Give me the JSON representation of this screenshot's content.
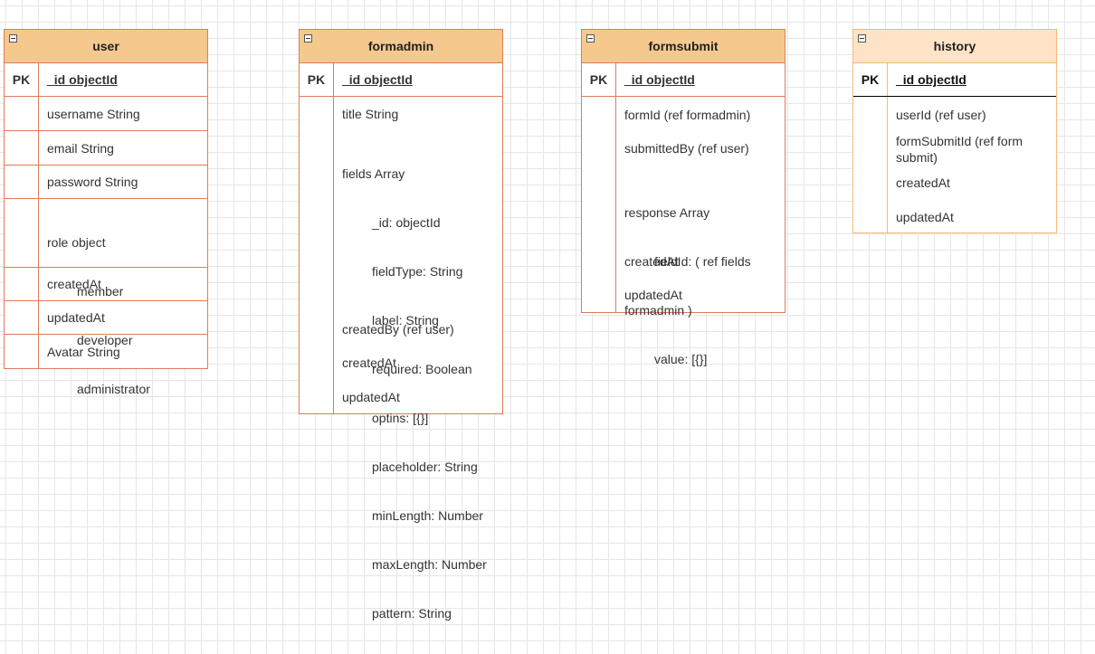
{
  "diagram": {
    "entities": [
      {
        "name": "user",
        "pk_label": "PK",
        "pk_field": "_id objectId",
        "fields": [
          "username String",
          "email String",
          "password String",
          "role object",
          "member",
          "developer",
          "administrator",
          "createdAt",
          "updatedAt",
          "Avatar String"
        ]
      },
      {
        "name": "formadmin",
        "pk_label": "PK",
        "pk_field": "_id objectId",
        "fields": [
          "title String",
          "fields Array",
          "_id: objectId",
          "fieldType: String",
          "label: String",
          "required: Boolean",
          "optins: [{}]",
          "placeholder: String",
          "minLength: Number",
          "maxLength: Number",
          "pattern: String",
          "createdBy (ref user)",
          "createdAt",
          "updatedAt"
        ]
      },
      {
        "name": "formsubmit",
        "pk_label": "PK",
        "pk_field": "_id objectId",
        "fields": [
          "formId (ref formadmin)",
          "submittedBy (ref user)",
          "response Array",
          "fieldId: ( ref fields",
          "formadmin )",
          "value: [{}]",
          "createdAt",
          "updatedAt"
        ]
      },
      {
        "name": "history",
        "pk_label": "PK",
        "pk_field": "_id objectId",
        "fields": [
          "userId (ref user)",
          "formSubmitId (ref form submit)",
          "createdAt",
          "updatedAt"
        ]
      }
    ]
  }
}
